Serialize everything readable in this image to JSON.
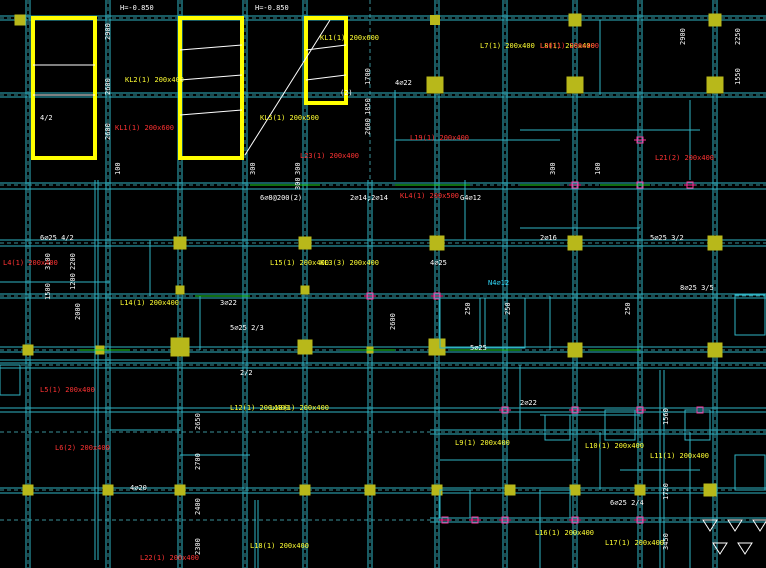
{
  "drawing": {
    "colors": {
      "background": "#000000",
      "beam": "#2fb3c4",
      "axis": "#3a8f97",
      "column": "#b8b81a",
      "highlight": "#ffff00",
      "yellow_text": "#ffff33",
      "red_text": "#ff3333",
      "white_text": "#ffffff",
      "green": "#22dd22",
      "cyan_text": "#33ddff",
      "magenta": "#ff3399"
    },
    "white_labels": [
      "2900",
      "2600",
      "2600",
      "1700",
      "1850",
      "2600",
      "2250",
      "1550",
      "2900",
      "300",
      "100",
      "100",
      "3100",
      "1500",
      "2200",
      "2000",
      "1200",
      "250",
      "250",
      "250",
      "2650",
      "2700",
      "2400",
      "2300",
      "1560",
      "1720",
      "3450",
      "2600",
      "300",
      "300",
      "300"
    ],
    "yellow_labels": [
      "KL1(1) 200x600",
      "KL2(1) 200x400",
      "KL5(1) 200x500",
      "L7(1) 200x400",
      "L8(1) 200x400",
      "KL3(3) 200x400",
      "L9(1) 200x400",
      "L10(1) 200x400",
      "L11(1) 200x400",
      "L12(1) 200x400",
      "L13(1) 200x400",
      "L14(1) 200x400",
      "L15(1) 200x400",
      "L16(1) 200x400",
      "L17(1) 200x400",
      "L18(1) 200x400"
    ],
    "red_labels": [
      "KL1(1) 200x600",
      "L4(1) 200x400",
      "L5(1) 200x400",
      "L6(2) 200x400",
      "KL4(1) 200x500",
      "L19(1) 200x400",
      "L20(1) 200x400",
      "L21(2) 200x400",
      "L22(1) 200x400",
      "L23(1) 200x400"
    ],
    "rebar_labels": [
      "6⌀8@200(2)",
      "2⌀14;2⌀14",
      "G4⌀12",
      "3⌀22",
      "5⌀25 2/3",
      "4⌀22",
      "6⌀25 4/2",
      "2⌀16",
      "5⌀25 3/2",
      "4⌀25",
      "5⌀25",
      "6⌀25 2/4",
      "8⌀25 3/5",
      "4⌀20",
      "2⌀22"
    ],
    "small_labels": [
      "H=-0.850",
      "H=-0.850",
      "4/2",
      "2/2",
      "(2)",
      "N4⌀12"
    ]
  }
}
